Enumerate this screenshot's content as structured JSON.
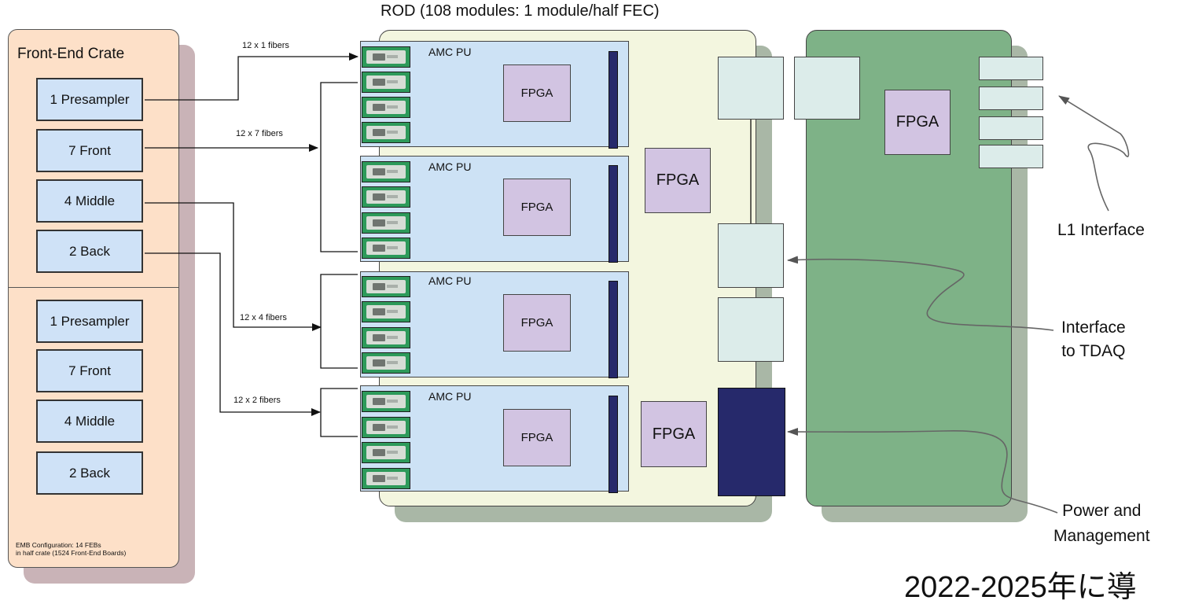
{
  "rod_title": "ROD (108 modules: 1 module/half FEC)",
  "crate": {
    "title": "Front-End Crate",
    "febs": [
      "1 Presampler",
      "7 Front",
      "4 Middle",
      "2 Back",
      "1 Presampler",
      "7 Front",
      "4 Middle",
      "2 Back"
    ],
    "note_line1": "EMB Configuration: 14 FEBs",
    "note_line2": "in half crate (1524 Front-End Boards)"
  },
  "fibers": [
    "12 x 1 fibers",
    "12 x 7 fibers",
    "12 x 4 fibers",
    "12 x 2 fibers"
  ],
  "amc": {
    "label": "AMC PU",
    "fpga": "FPGA"
  },
  "rod_fpga": "FPGA",
  "green_fpga": "FPGA",
  "labels": {
    "l1": "L1 Interface",
    "tdaq_line1": "Interface",
    "tdaq_line2": "to TDAQ",
    "power_line1": "Power and",
    "power_line2": "Management"
  },
  "footer": "2022-2025年に導"
}
